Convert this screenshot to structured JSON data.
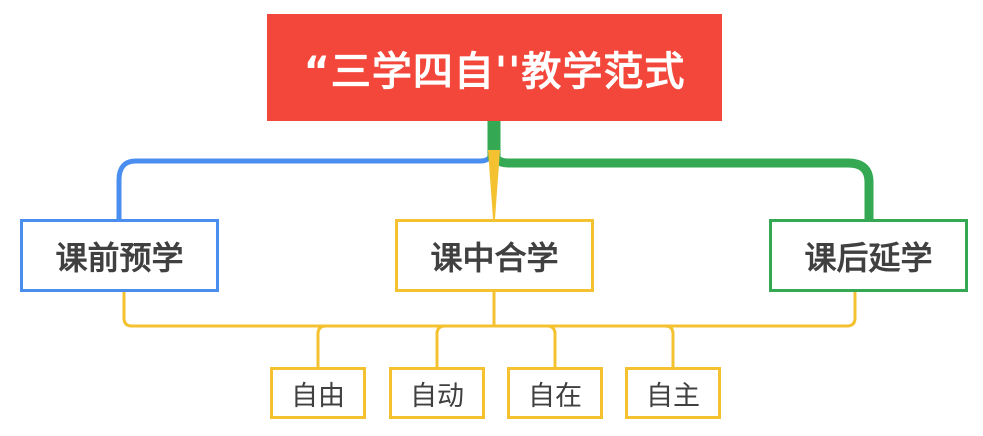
{
  "root": {
    "label": "“三学四自''教学范式",
    "color": "#f2473a"
  },
  "branches": [
    {
      "label": "课前预学",
      "color": "#4a8ff0"
    },
    {
      "label": "课中合学",
      "color": "#f4c230"
    },
    {
      "label": "课后延学",
      "color": "#34a853"
    }
  ],
  "leaves": [
    {
      "label": "自由"
    },
    {
      "label": "自动"
    },
    {
      "label": "自在"
    },
    {
      "label": "自主"
    }
  ],
  "leaf_connector_color": "#f4c230"
}
